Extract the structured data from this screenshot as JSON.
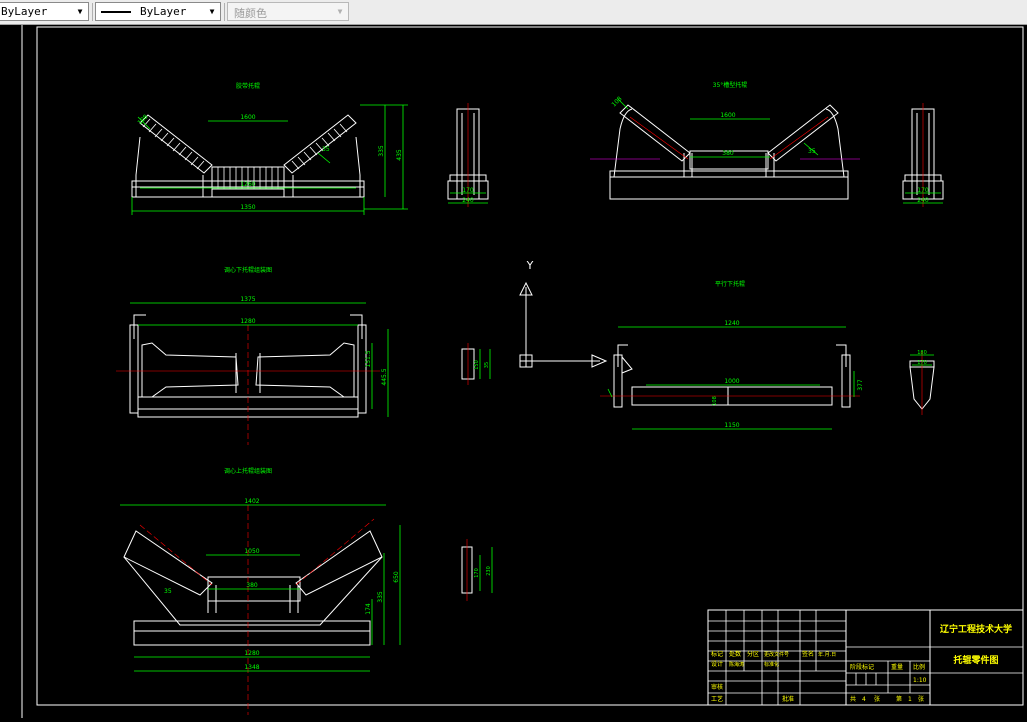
{
  "toolbar": {
    "layer_combo": {
      "value": "ByLayer"
    },
    "linetype_combo": {
      "value": "ByLayer"
    },
    "color_combo": {
      "value": "随颜色",
      "enabled": false
    }
  },
  "drawing": {
    "view1": {
      "title": "胶带托辊",
      "dims": [
        "1600",
        "1260",
        "1350",
        "335",
        "435",
        "35",
        "108"
      ]
    },
    "view1_side": {
      "dims": [
        "170",
        "240"
      ]
    },
    "view2": {
      "title": "35°槽型托辊",
      "dims": [
        "1600",
        "380",
        "108",
        "35"
      ]
    },
    "view2_side": {
      "dims": [
        "170",
        "240"
      ]
    },
    "view3": {
      "title": "调心下托辊组装图",
      "dims": [
        "1375",
        "1280",
        "151.5",
        "445.5"
      ]
    },
    "view3_side": {
      "dims": [
        "150",
        "35"
      ]
    },
    "view4": {
      "title": "平行下托辊",
      "dims": [
        "1240",
        "1000",
        "1150",
        "377",
        "108"
      ]
    },
    "view4_side": {
      "dims": [
        "180",
        "170"
      ]
    },
    "view5": {
      "title": "调心上托辊组装图",
      "dims": [
        "1402",
        "1050",
        "380",
        "1280",
        "1348",
        "650",
        "335",
        "174",
        "35"
      ]
    },
    "view5_side": {
      "dims": [
        "170",
        "230"
      ]
    },
    "ucs": {
      "y_label": "Y"
    },
    "title_block": {
      "school": "辽宁工程技术大学",
      "drawing_name": "托辊零件图",
      "labels_row1": [
        "标记",
        "处数",
        "分区",
        "更改文件号",
        "签名",
        "年.月.日"
      ],
      "labels_row2": [
        "设计",
        "陈海涛",
        "标准化"
      ],
      "stage_headers": [
        "阶段标记",
        "重量",
        "比例"
      ],
      "scale": "1:10",
      "review": "审核",
      "process": "工艺",
      "approve": "批准",
      "sheet_info": [
        "共",
        "4",
        "张",
        "第",
        "1",
        "张"
      ]
    }
  },
  "colors": {
    "background": "#000000",
    "geometry": "#ffffff",
    "dimension": "#00ff00",
    "centerline": "#ff0000",
    "hidden": "#ff00ff",
    "title_text": "#ffff00"
  }
}
